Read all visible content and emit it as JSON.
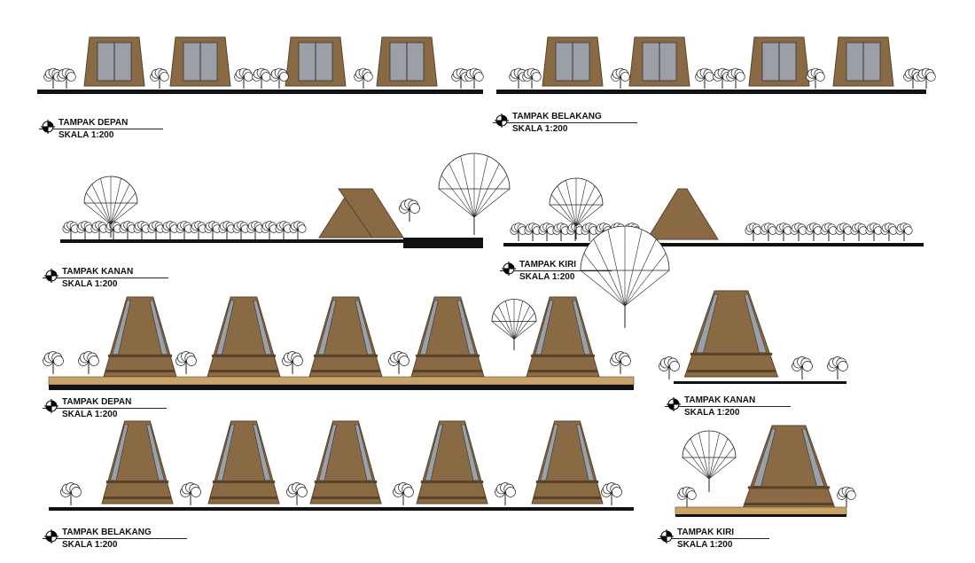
{
  "drawings": [
    {
      "title": "TAMPAK DEPAN",
      "scale": "SKALA 1:200"
    },
    {
      "title": "TAMPAK BELAKANG",
      "scale": "SKALA 1:200"
    },
    {
      "title": "TAMPAK KANAN",
      "scale": "SKALA 1:200"
    },
    {
      "title": "TAMPAK KIRI",
      "scale": "SKALA 1:200"
    },
    {
      "title": "TAMPAK DEPAN",
      "scale": "SKALA 1:200"
    },
    {
      "title": "TAMPAK KANAN",
      "scale": "SKALA 1:200"
    },
    {
      "title": "TAMPAK BELAKANG",
      "scale": "SKALA 1:200"
    },
    {
      "title": "TAMPAK KIRI",
      "scale": "SKALA 1:200"
    }
  ],
  "colors": {
    "roof": "#8a6a45",
    "roof_dark": "#5a4228",
    "glass": "#9aa0a6",
    "deck": "#c9a46a",
    "ground": "#111111"
  }
}
